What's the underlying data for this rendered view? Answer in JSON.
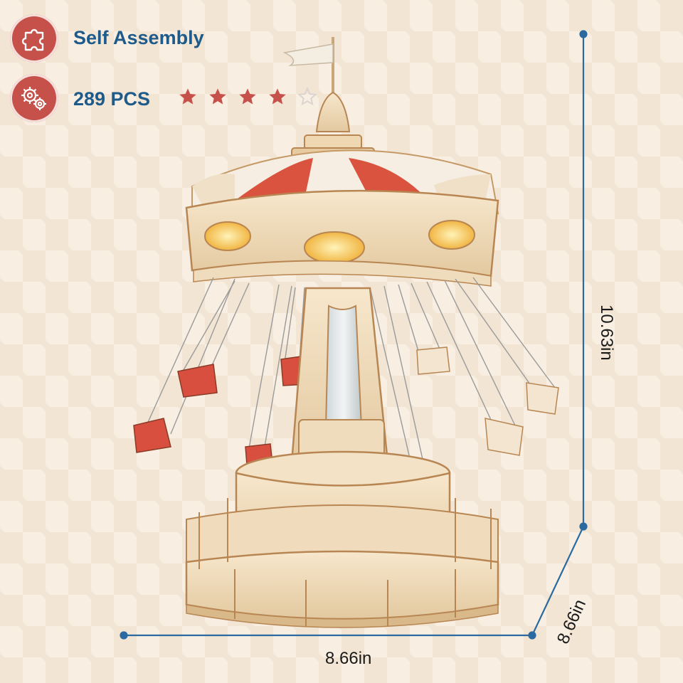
{
  "features": [
    {
      "icon": "puzzle-icon",
      "label": "Self Assembly"
    },
    {
      "icon": "gears-icon",
      "label": "289 PCS"
    }
  ],
  "difficulty": {
    "rating": 4,
    "max": 5,
    "filled_color": "#c6504a",
    "empty_color": "#d9d4cf"
  },
  "dimensions": {
    "height": "10.63in",
    "width": "8.66in",
    "depth": "8.66in"
  },
  "colors": {
    "accent": "#c6504a",
    "brand_blue": "#1f5b8a",
    "dimension_line": "#2b6aa0"
  }
}
